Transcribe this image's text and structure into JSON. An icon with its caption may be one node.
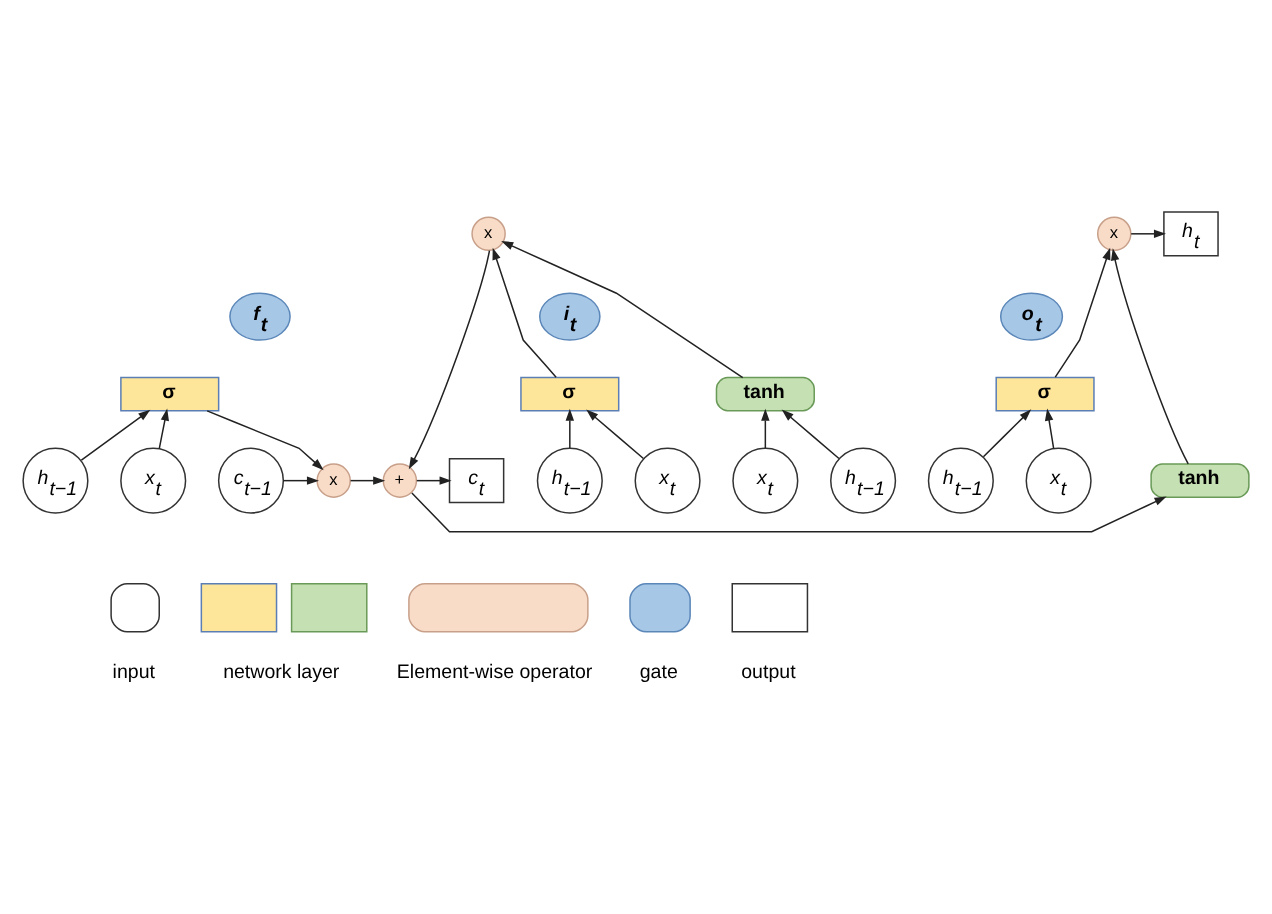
{
  "diagram": {
    "nodes": [
      {
        "text": [
          "c$_{t−1}$"
        ]
      },
      {
        "text": [
          "x"
        ]
      },
      {
        "text": [
          "+"
        ]
      },
      {
        "text": [
          "c$_{t}$"
        ]
      },
      {
        "text": [
          "tanh"
        ]
      },
      {
        "text": [
          "x"
        ]
      },
      {
        "text": [
          "x"
        ]
      },
      {
        "text": [
          "h$_{t}$"
        ]
      },
      {
        "text": [
          "f$_{t}$"
        ]
      },
      {
        "text": [
          "σ"
        ]
      },
      {
        "text": [
          "h$_{t−1}$"
        ]
      },
      {
        "text": [
          "x$_{t}$"
        ]
      },
      {
        "text": [
          "i$_{t}$"
        ]
      },
      {
        "text": [
          "σ"
        ]
      },
      {
        "text": [
          "h$_{t−1}$"
        ]
      },
      {
        "text": [
          "x$_{t}$"
        ]
      },
      {
        "text": [
          "tanh"
        ]
      },
      {
        "text": [
          "h$_{t−1}$"
        ]
      },
      {
        "text": [
          "x$_{t}$"
        ]
      },
      {
        "text": [
          "o$_{t}$"
        ]
      },
      {
        "text": [
          "σ"
        ]
      },
      {
        "text": [
          "h$_{t−1}$"
        ]
      },
      {
        "text": [
          "x$_{t}$"
        ]
      }
    ],
    "edges": [
      {
        "from": 0,
        "to": 1,
        "arrow": "to"
      },
      {
        "from": 9,
        "to": 1,
        "arrow": "to"
      },
      {
        "from": 1,
        "to": 2,
        "arrow": "to"
      },
      {
        "from": 5,
        "to": 2,
        "arrow": "to"
      },
      {
        "from": 2,
        "to": 3,
        "arrow": "to"
      },
      {
        "from": 2,
        "to": 4,
        "arrow": "to"
      },
      {
        "from": 4,
        "to": 6,
        "arrow": "to"
      },
      {
        "from": 6,
        "to": 7,
        "arrow": "to"
      },
      {
        "from": 13,
        "to": 5,
        "arrow": "to"
      },
      {
        "from": 16,
        "to": 5,
        "arrow": "to"
      },
      {
        "from": 20,
        "to": 6,
        "arrow": "to"
      },
      {
        "from": 10,
        "to": 9,
        "arrow": "to"
      },
      {
        "from": 11,
        "to": 9,
        "arrow": "to"
      },
      {
        "from": 14,
        "to": 13,
        "arrow": "to"
      },
      {
        "from": 15,
        "to": 13,
        "arrow": "to"
      },
      {
        "from": 17,
        "to": 16,
        "arrow": "to"
      },
      {
        "from": 18,
        "to": 16,
        "arrow": "to"
      },
      {
        "from": 21,
        "to": 20,
        "arrow": "to"
      },
      {
        "from": 22,
        "to": 20,
        "arrow": "to"
      }
    ],
    "legend": [
      {
        "text": "input"
      },
      {
        "text": "network layer"
      },
      {
        "text": "Element-wise operator"
      },
      {
        "text": "gate"
      },
      {
        "text": "output"
      }
    ]
  }
}
